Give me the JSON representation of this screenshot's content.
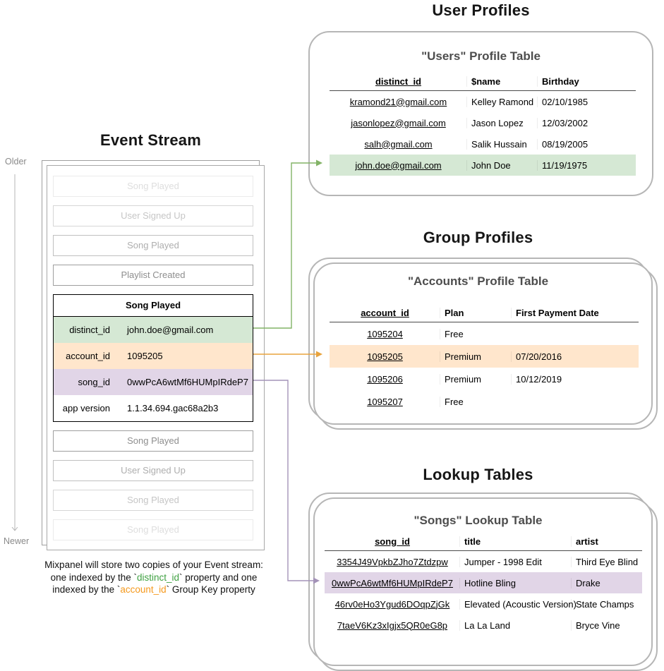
{
  "colors": {
    "green_bg": "#d5e8d4",
    "orange_bg": "#ffe6cc",
    "purple_bg": "#e1d5e7",
    "green_arrow": "#82b366",
    "orange_arrow": "#e8a33d",
    "purple_arrow": "#a493b8",
    "timeline_gray": "#b5b5b5",
    "green_text": "#3fa142",
    "orange_text": "#f5991d"
  },
  "event_stream": {
    "title": "Event Stream",
    "older_label": "Older",
    "newer_label": "Newer",
    "items": [
      {
        "label": "Song Played",
        "tone": 1
      },
      {
        "label": "User Signed Up",
        "tone": 2
      },
      {
        "label": "Song Played",
        "tone": 3
      },
      {
        "label": "Playlist Created",
        "tone": 4
      },
      {
        "label": "Song Played",
        "selected": true,
        "properties": [
          {
            "key": "distinct_id",
            "value": "john.doe@gmail.com",
            "highlight": "green"
          },
          {
            "key": "account_id",
            "value": "1095205",
            "highlight": "orange"
          },
          {
            "key": "song_id",
            "value": "0wwPcA6wtMf6HUMpIRdeP7",
            "highlight": "purple"
          },
          {
            "key": "app version",
            "value": "1.1.34.694.gac68a2b3",
            "highlight": null
          }
        ]
      },
      {
        "label": "Song Played",
        "tone": 4
      },
      {
        "label": "User Signed Up",
        "tone": 3
      },
      {
        "label": "Song Played",
        "tone": 2
      },
      {
        "label": "Song Played",
        "tone": 1
      }
    ]
  },
  "caption": {
    "lines": [
      [
        {
          "t": "Mixpanel will store two copies of your Event stream:"
        }
      ],
      [
        {
          "t": "one indexed by the `"
        },
        {
          "t": "distinct_id",
          "c": "green"
        },
        {
          "t": "` property and one"
        }
      ],
      [
        {
          "t": "indexed by the `"
        },
        {
          "t": "account_id",
          "c": "orange"
        },
        {
          "t": "` Group Key property"
        }
      ]
    ]
  },
  "sections": {
    "users": {
      "title": "User Profiles",
      "heading": "\"Users\" Profile Table",
      "columns": [
        {
          "label": "distinct_id"
        },
        {
          "label": "$name"
        },
        {
          "label": "Birthday"
        }
      ],
      "rows": [
        {
          "cells": [
            "kramond21@gmail.com",
            "Kelley Ramond",
            "02/10/1985"
          ],
          "highlight": null
        },
        {
          "cells": [
            "jasonlopez@gmail.com",
            "Jason Lopez",
            "12/03/2002"
          ],
          "highlight": null
        },
        {
          "cells": [
            "salh@gmail.com",
            "Salik Hussain",
            "08/19/2005"
          ],
          "highlight": null
        },
        {
          "cells": [
            "john.doe@gmail.com",
            "John Doe",
            "11/19/1975"
          ],
          "highlight": "green"
        }
      ]
    },
    "groups": {
      "title": "Group Profiles",
      "heading": "\"Accounts\" Profile Table",
      "columns": [
        {
          "label": "account_id"
        },
        {
          "label": "Plan"
        },
        {
          "label": "First Payment Date"
        }
      ],
      "rows": [
        {
          "cells": [
            "1095204",
            "Free",
            ""
          ],
          "highlight": null
        },
        {
          "cells": [
            "1095205",
            "Premium",
            "07/20/2016"
          ],
          "highlight": "orange"
        },
        {
          "cells": [
            "1095206",
            "Premium",
            "10/12/2019"
          ],
          "highlight": null
        },
        {
          "cells": [
            "1095207",
            "Free",
            ""
          ],
          "highlight": null
        }
      ]
    },
    "lookups": {
      "title": "Lookup Tables",
      "heading": "\"Songs\" Lookup Table",
      "columns": [
        {
          "label": "song_id"
        },
        {
          "label": "title"
        },
        {
          "label": "artist"
        }
      ],
      "rows": [
        {
          "cells": [
            "3354J49VpkbZJho7Ztdzpw",
            "Jumper - 1998 Edit",
            "Third Eye Blind"
          ],
          "highlight": null
        },
        {
          "cells": [
            "0wwPcA6wtMf6HUMpIRdeP7",
            "Hotline Bling",
            "Drake"
          ],
          "highlight": "purple"
        },
        {
          "cells": [
            "46rv0eHo3Ygud6DOqpZjGk",
            "Elevated (Acoustic Version)",
            "State Champs"
          ],
          "highlight": null
        },
        {
          "cells": [
            "7taeV6Kz3xIgjx5QR0eG8p",
            "La La Land",
            "Bryce Vine"
          ],
          "highlight": null
        }
      ]
    }
  }
}
